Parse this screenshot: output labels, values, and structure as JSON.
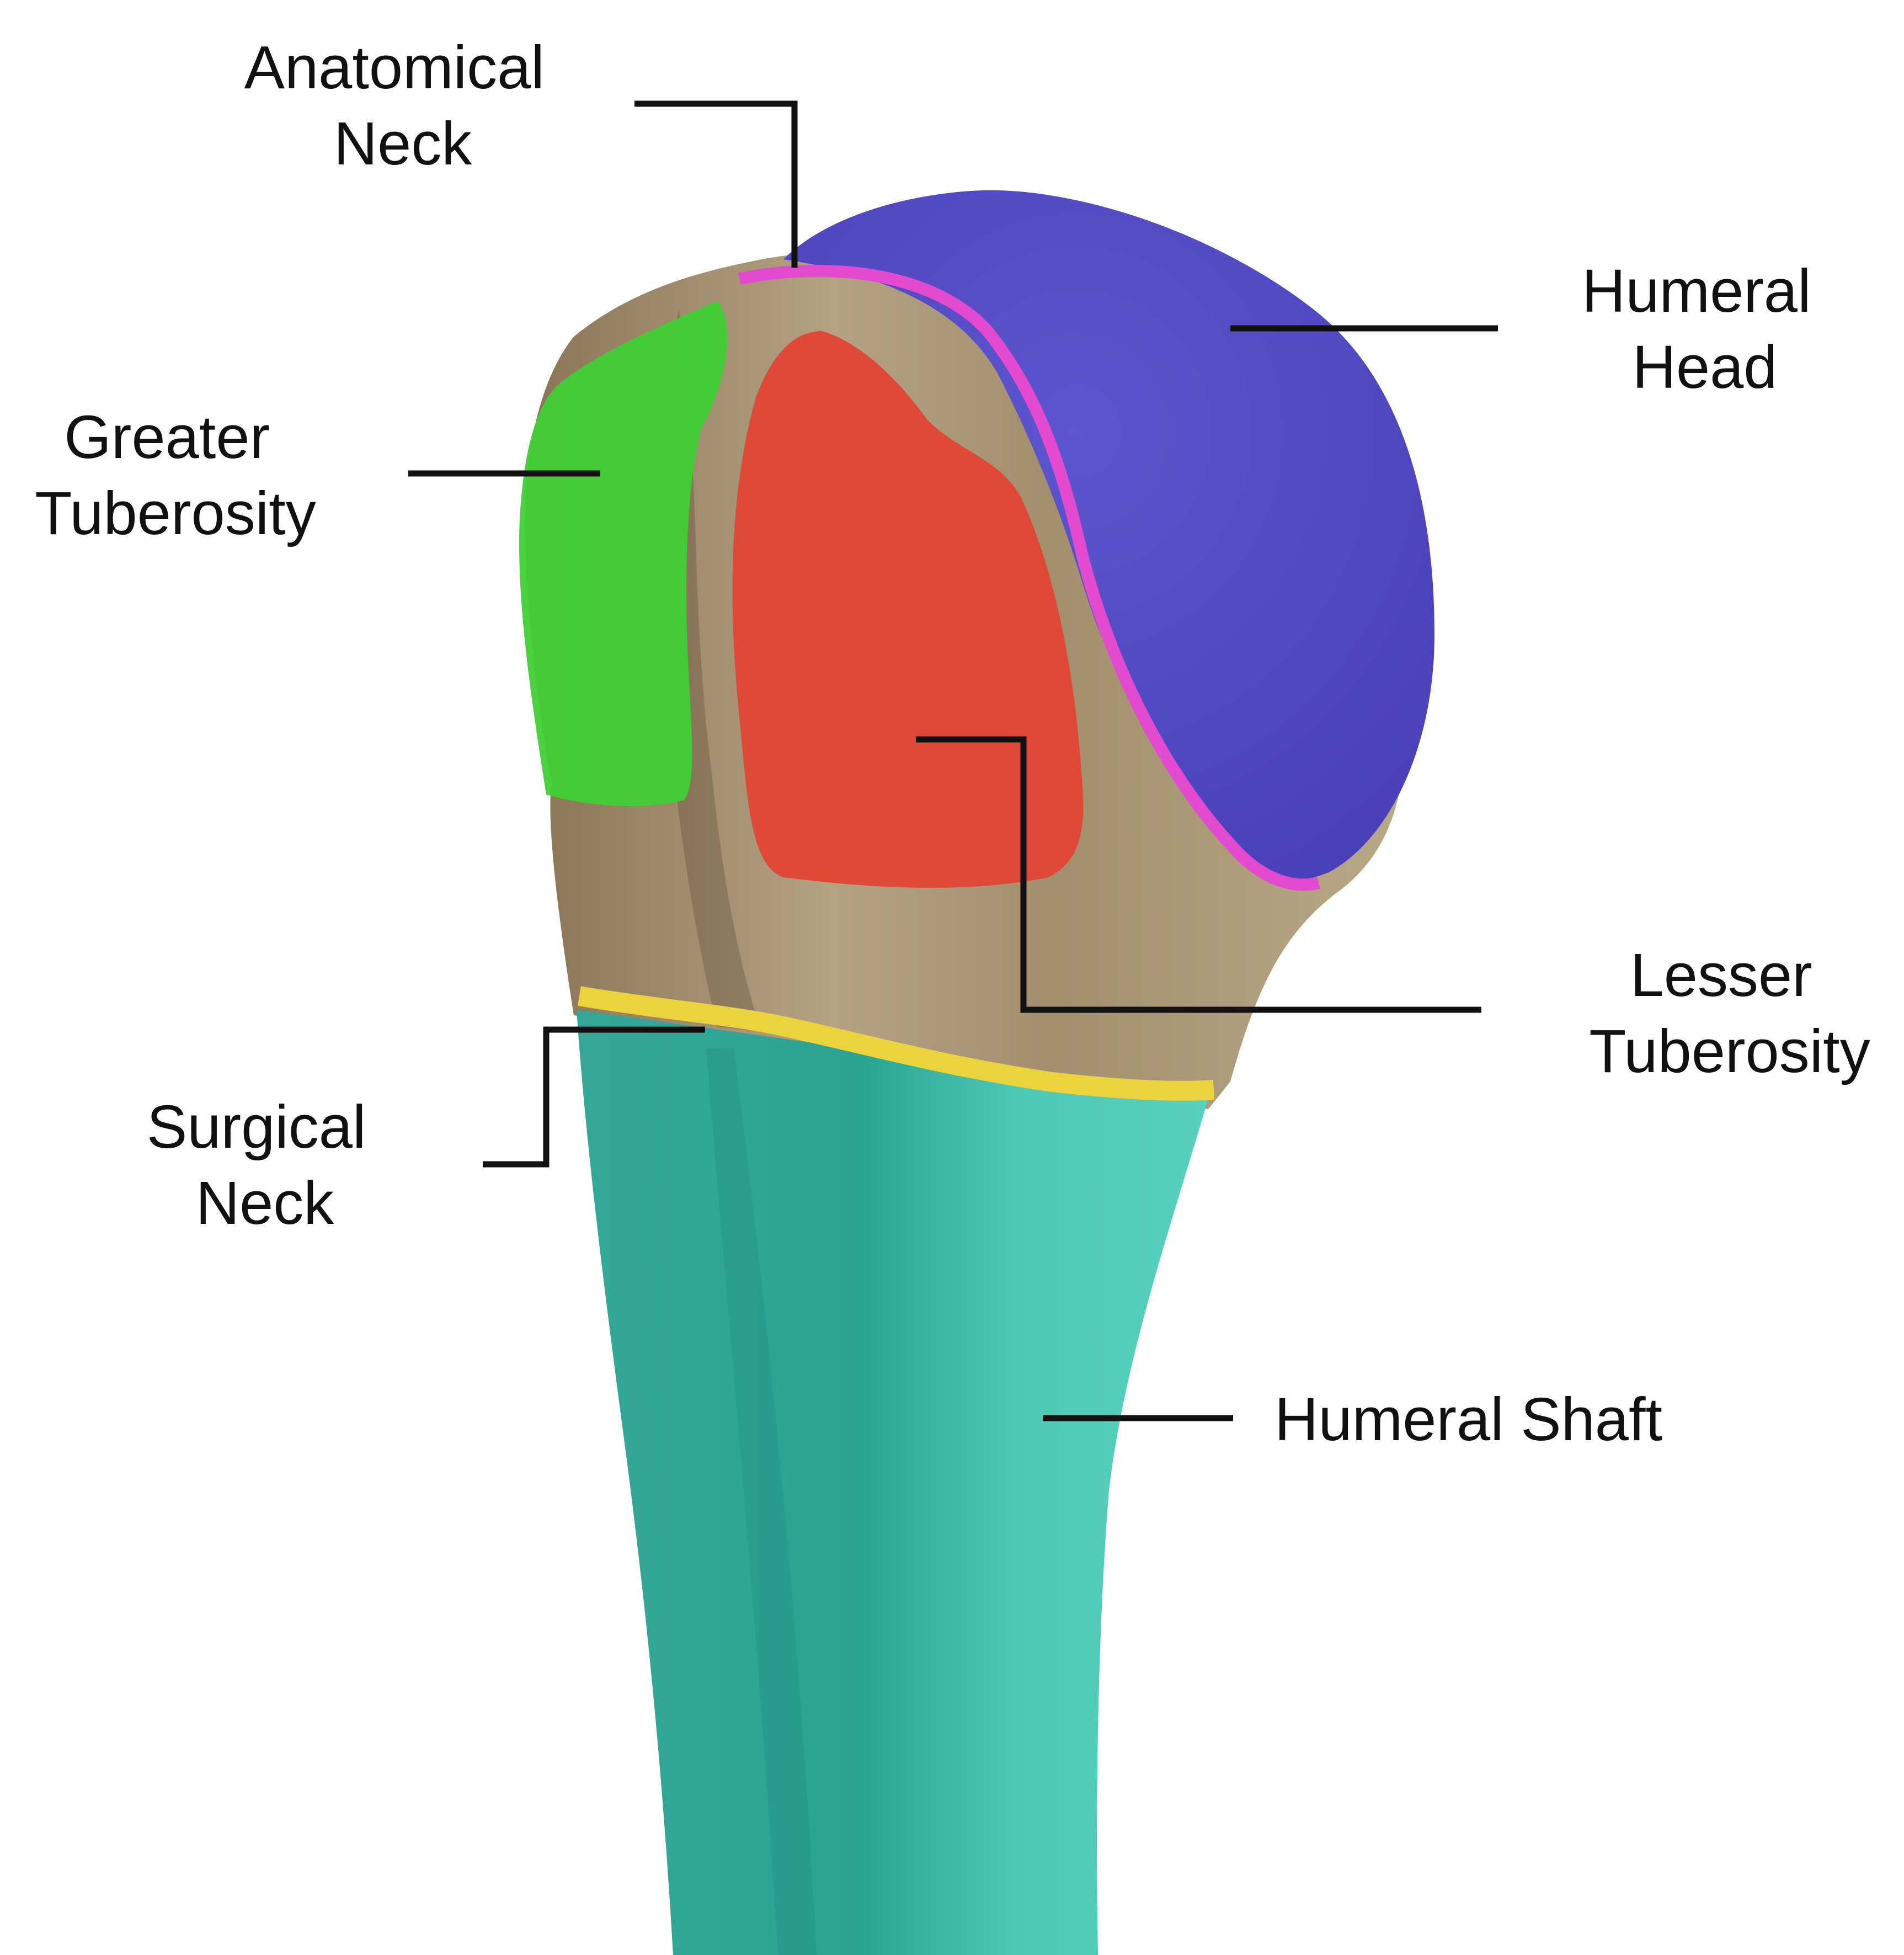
{
  "labels": {
    "anatomical_neck": [
      "Anatomical",
      "Neck"
    ],
    "humeral_head": [
      "Humeral",
      "Head"
    ],
    "greater_tuberosity": [
      "Greater",
      "Tuberosity"
    ],
    "lesser_tuberosity": [
      "Lesser",
      "Tuberosity"
    ],
    "surgical_neck": [
      "Surgical",
      "Neck"
    ],
    "humeral_shaft": [
      "Humeral Shaft"
    ]
  },
  "region_colors": {
    "humeral_head": "#5a4fc8",
    "anatomical_neck": "#e24ad0",
    "greater_tuberosity": "#3fcf35",
    "lesser_tuberosity": "#e14434",
    "surgical_neck": "#ead33c",
    "humeral_shaft": "#4cc9b7",
    "bone": "#a89473"
  }
}
